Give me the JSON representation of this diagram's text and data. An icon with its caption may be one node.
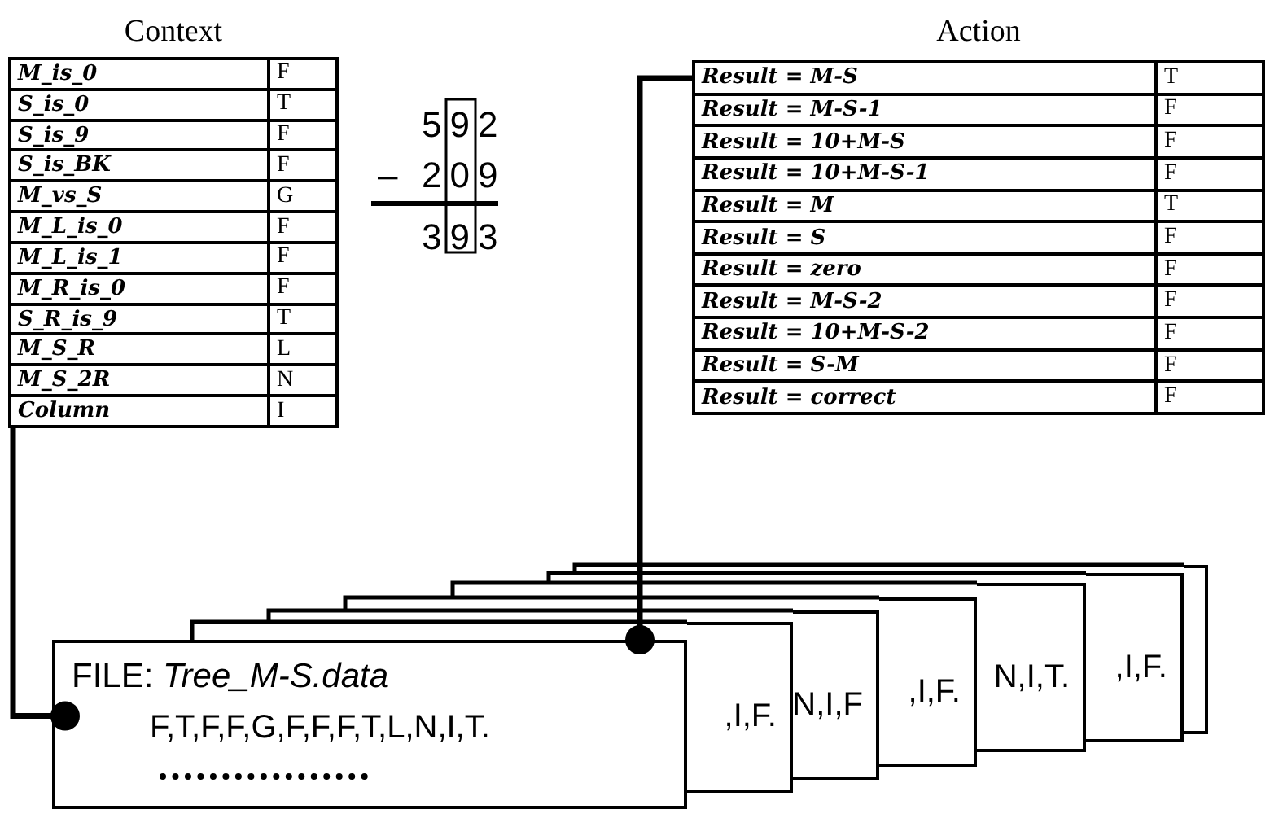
{
  "diagram": {
    "nodes": [
      {
        "text": [
          "Context",
          "M_is_0",
          "F",
          "S_is_0",
          "T",
          "S_is_9",
          "F",
          "S_is_BK",
          "F",
          "M_vs_S",
          "G",
          "M_L_is_0",
          "F",
          "M_L_is_1",
          "F",
          "M_R_is_0",
          "F",
          "S_R_is_9",
          "T",
          "M_S_R",
          "L",
          "M_S_2R",
          "N",
          "Column",
          "I"
        ]
      },
      {
        "text": [
          "Action",
          "Result = M-S",
          "T",
          "Result = M-S-1",
          "F",
          "Result = 10+M-S",
          "F",
          "Result = 10+M-S-1",
          "F",
          "Result = M",
          "T",
          "Result = S",
          "F",
          "Result = zero",
          "F",
          "Result = M-S-2",
          "F",
          "Result = 10+M-S-2",
          "F",
          "Result = S-M",
          "F",
          "Result = correct",
          "F"
        ]
      },
      {
        "text": [
          "FILE: *Tree_M-S.data*",
          "F,T,F,F,G,F,F,F,T,L,N,I,T."
        ]
      },
      {
        "text": [
          ",I,F."
        ]
      },
      {
        "text": [
          "N,I,F"
        ]
      },
      {
        "text": [
          ",I,F."
        ]
      },
      {
        "text": [
          "N,I,T."
        ]
      },
      {
        "text": [
          ",I,F."
        ]
      },
      {
        "text": [],
        "shape": "box"
      }
    ],
    "edges": [
      {
        "from": 0,
        "to": 2,
        "arrow": "other"
      },
      {
        "from": 1,
        "to": 2,
        "arrow": "other"
      }
    ],
    "labels": [
      "592",
      "–",
      "209",
      "393"
    ]
  }
}
